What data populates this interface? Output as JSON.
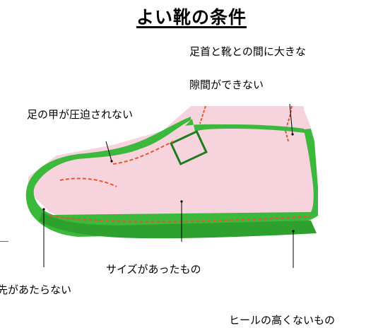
{
  "title": "よい靴の条件",
  "labels": {
    "ankle_gap_line1": "足首と靴との間に大きな",
    "ankle_gap_line2": "隙間ができない",
    "instep": "足の甲が圧迫されない",
    "size": "サイズがあったもの",
    "toe": "先があたらない",
    "heel": "ヒールの高くないもの"
  },
  "colors": {
    "shoe_green": "#3cb83c",
    "shoe_dark": "#1e7d1e",
    "foot_pink": "#f7d3de",
    "foot_outline": "#e25a2a"
  }
}
